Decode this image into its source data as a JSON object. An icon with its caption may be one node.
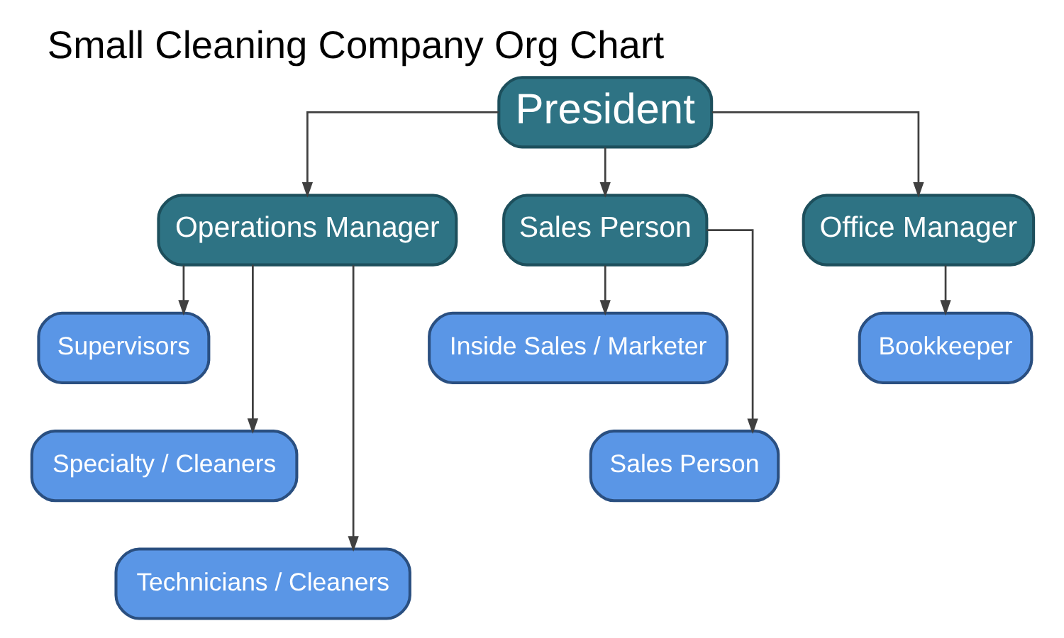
{
  "diagram": {
    "title": "Small Cleaning Company Org Chart",
    "nodes": [
      {
        "text": [
          "President"
        ]
      },
      {
        "text": [
          "Operations Manager"
        ]
      },
      {
        "text": [
          "Supervisors"
        ]
      },
      {
        "text": [
          "Specialty / Cleaners"
        ]
      },
      {
        "text": [
          "Technicians / Cleaners"
        ]
      },
      {
        "text": [
          "Sales Person"
        ]
      },
      {
        "text": [
          "Inside Sales / Marketer"
        ]
      },
      {
        "text": [
          "Sales Person"
        ]
      },
      {
        "text": [
          "Office Manager"
        ]
      },
      {
        "text": [
          "Bookkeeper"
        ]
      }
    ],
    "edges": [
      {
        "from": 0,
        "to": 1,
        "arrow": "to"
      },
      {
        "from": 0,
        "to": 5,
        "arrow": "to"
      },
      {
        "from": 0,
        "to": 8,
        "arrow": "to"
      },
      {
        "from": 1,
        "to": 2,
        "arrow": "to"
      },
      {
        "from": 1,
        "to": 3,
        "arrow": "to"
      },
      {
        "from": 1,
        "to": 4,
        "arrow": "to"
      },
      {
        "from": 5,
        "to": 6,
        "arrow": "to"
      },
      {
        "from": 5,
        "to": 7,
        "arrow": "to"
      },
      {
        "from": 8,
        "to": 9,
        "arrow": "to"
      }
    ]
  }
}
